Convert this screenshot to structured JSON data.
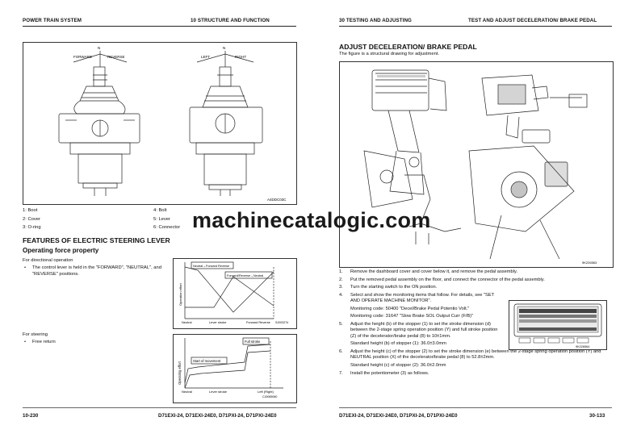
{
  "left_page": {
    "header_left": "POWER TRAIN SYSTEM",
    "header_right": "10 STRUCTURE AND FUNCTION",
    "figure_labels": {
      "forward": "FORWARD",
      "n1": "N",
      "reverse": "REVERSE",
      "left": "LEFT",
      "n2": "N",
      "right": "RIGHT",
      "code": "A4DDC03C"
    },
    "parts": [
      {
        "no": "1: Boot",
        "no2": "4: Bolt"
      },
      {
        "no": "2: Cover",
        "no2": "5: Lever"
      },
      {
        "no": "3: O-ring",
        "no2": "6: Connector"
      }
    ],
    "section_title": "FEATURES OF ELECTRIC STEERING LEVER",
    "subsection_title": "Operating force property",
    "directional_label": "For directional operation",
    "directional_bullet": "The control lever is held in the \"FORWARD\", \"NEUTRAL\", and \"REVERSE\" positions.",
    "graph1": {
      "neutral_forward_box": "Neutral→Forward Reverse",
      "forward_neutral_box": "Forward/Reverse→Neutral",
      "ylabel": "Operation effort",
      "xlabel_neutral": "Neutral",
      "xlabel_stroke": "Lever stroke",
      "xlabel_fr": "Forward Reverse",
      "code": "SJ003274"
    },
    "steering_label": "For steering",
    "steering_bullet": "Free return",
    "graph2": {
      "full_stroke": "Full stroke",
      "start_movement": "Start of movement",
      "ylabel": "Operating effort",
      "xlabel_neutral": "Neutral",
      "xlabel_stroke": "Lever stroke",
      "xlabel_lr": "Left (Right)",
      "code": "CJ0065060"
    },
    "footer_left": "10-230",
    "footer_right": "D71EXI-24, D71EXI-24E0, D71PXI-24, D71PXI-24E0"
  },
  "right_page": {
    "header_left": "30 TESTING AND ADJUSTING",
    "header_right": "TEST AND ADJUST DECELERATION/ BRAKE PEDAL",
    "title": "ADJUST DECELERATION/ BRAKE PEDAL",
    "subtitle": "The figure is a structural drawing for adjustment.",
    "figure_code": "9K226563",
    "monitor_code": "9K226564",
    "steps": [
      {
        "num": "1.",
        "text": "Remove the dashboard cover and cover below it, and remove the pedal assembly."
      },
      {
        "num": "2.",
        "text": "Put the removed pedal assembly on the floor, and connect the connector of the pedal assembly."
      },
      {
        "num": "3.",
        "text": "Turn the starting switch to the ON position."
      },
      {
        "num": "4.",
        "text": "Select and show the monitoring items that follow. For details, see \"SET AND OPERATE MACHINE MONITOR\"."
      },
      {
        "num": "",
        "text": "Monitoring code: 50400 \"Decel/Brake Pedal Potentio Volt.\""
      },
      {
        "num": "",
        "text": "Monitoring code: 31647 \"Slow Brake SOL Output Curr (F/B)\""
      },
      {
        "num": "5.",
        "text": "Adjust the height (b) of the stopper (1) to set the stroke dimension (d) between the 2-stage spring operation position (Y) and full stroke position (Z) of the decelerator/brake pedal (8) to 10±1mm."
      },
      {
        "num": "",
        "text": "Standard height (b) of stopper (1): 36.0±3.0mm"
      },
      {
        "num": "6.",
        "text": "Adjust the height (c) of the stopper (2) to set the stroke dimension (e) between the 2-stage spring operation position (Y) and NEUTRAL position (X) of the decelerator/brake pedal (8) to 52.8±2mm."
      },
      {
        "num": "",
        "text": "Standard height (c) of stopper (2): 36.0±2.0mm"
      },
      {
        "num": "7.",
        "text": "Install the potentiometer (3) as follows."
      }
    ],
    "footer_left": "D71EXI-24, D71EXI-24E0, D71PXI-24, D71PXI-24E0",
    "footer_right": "30-133"
  },
  "watermark": "machinecatalogic.com"
}
